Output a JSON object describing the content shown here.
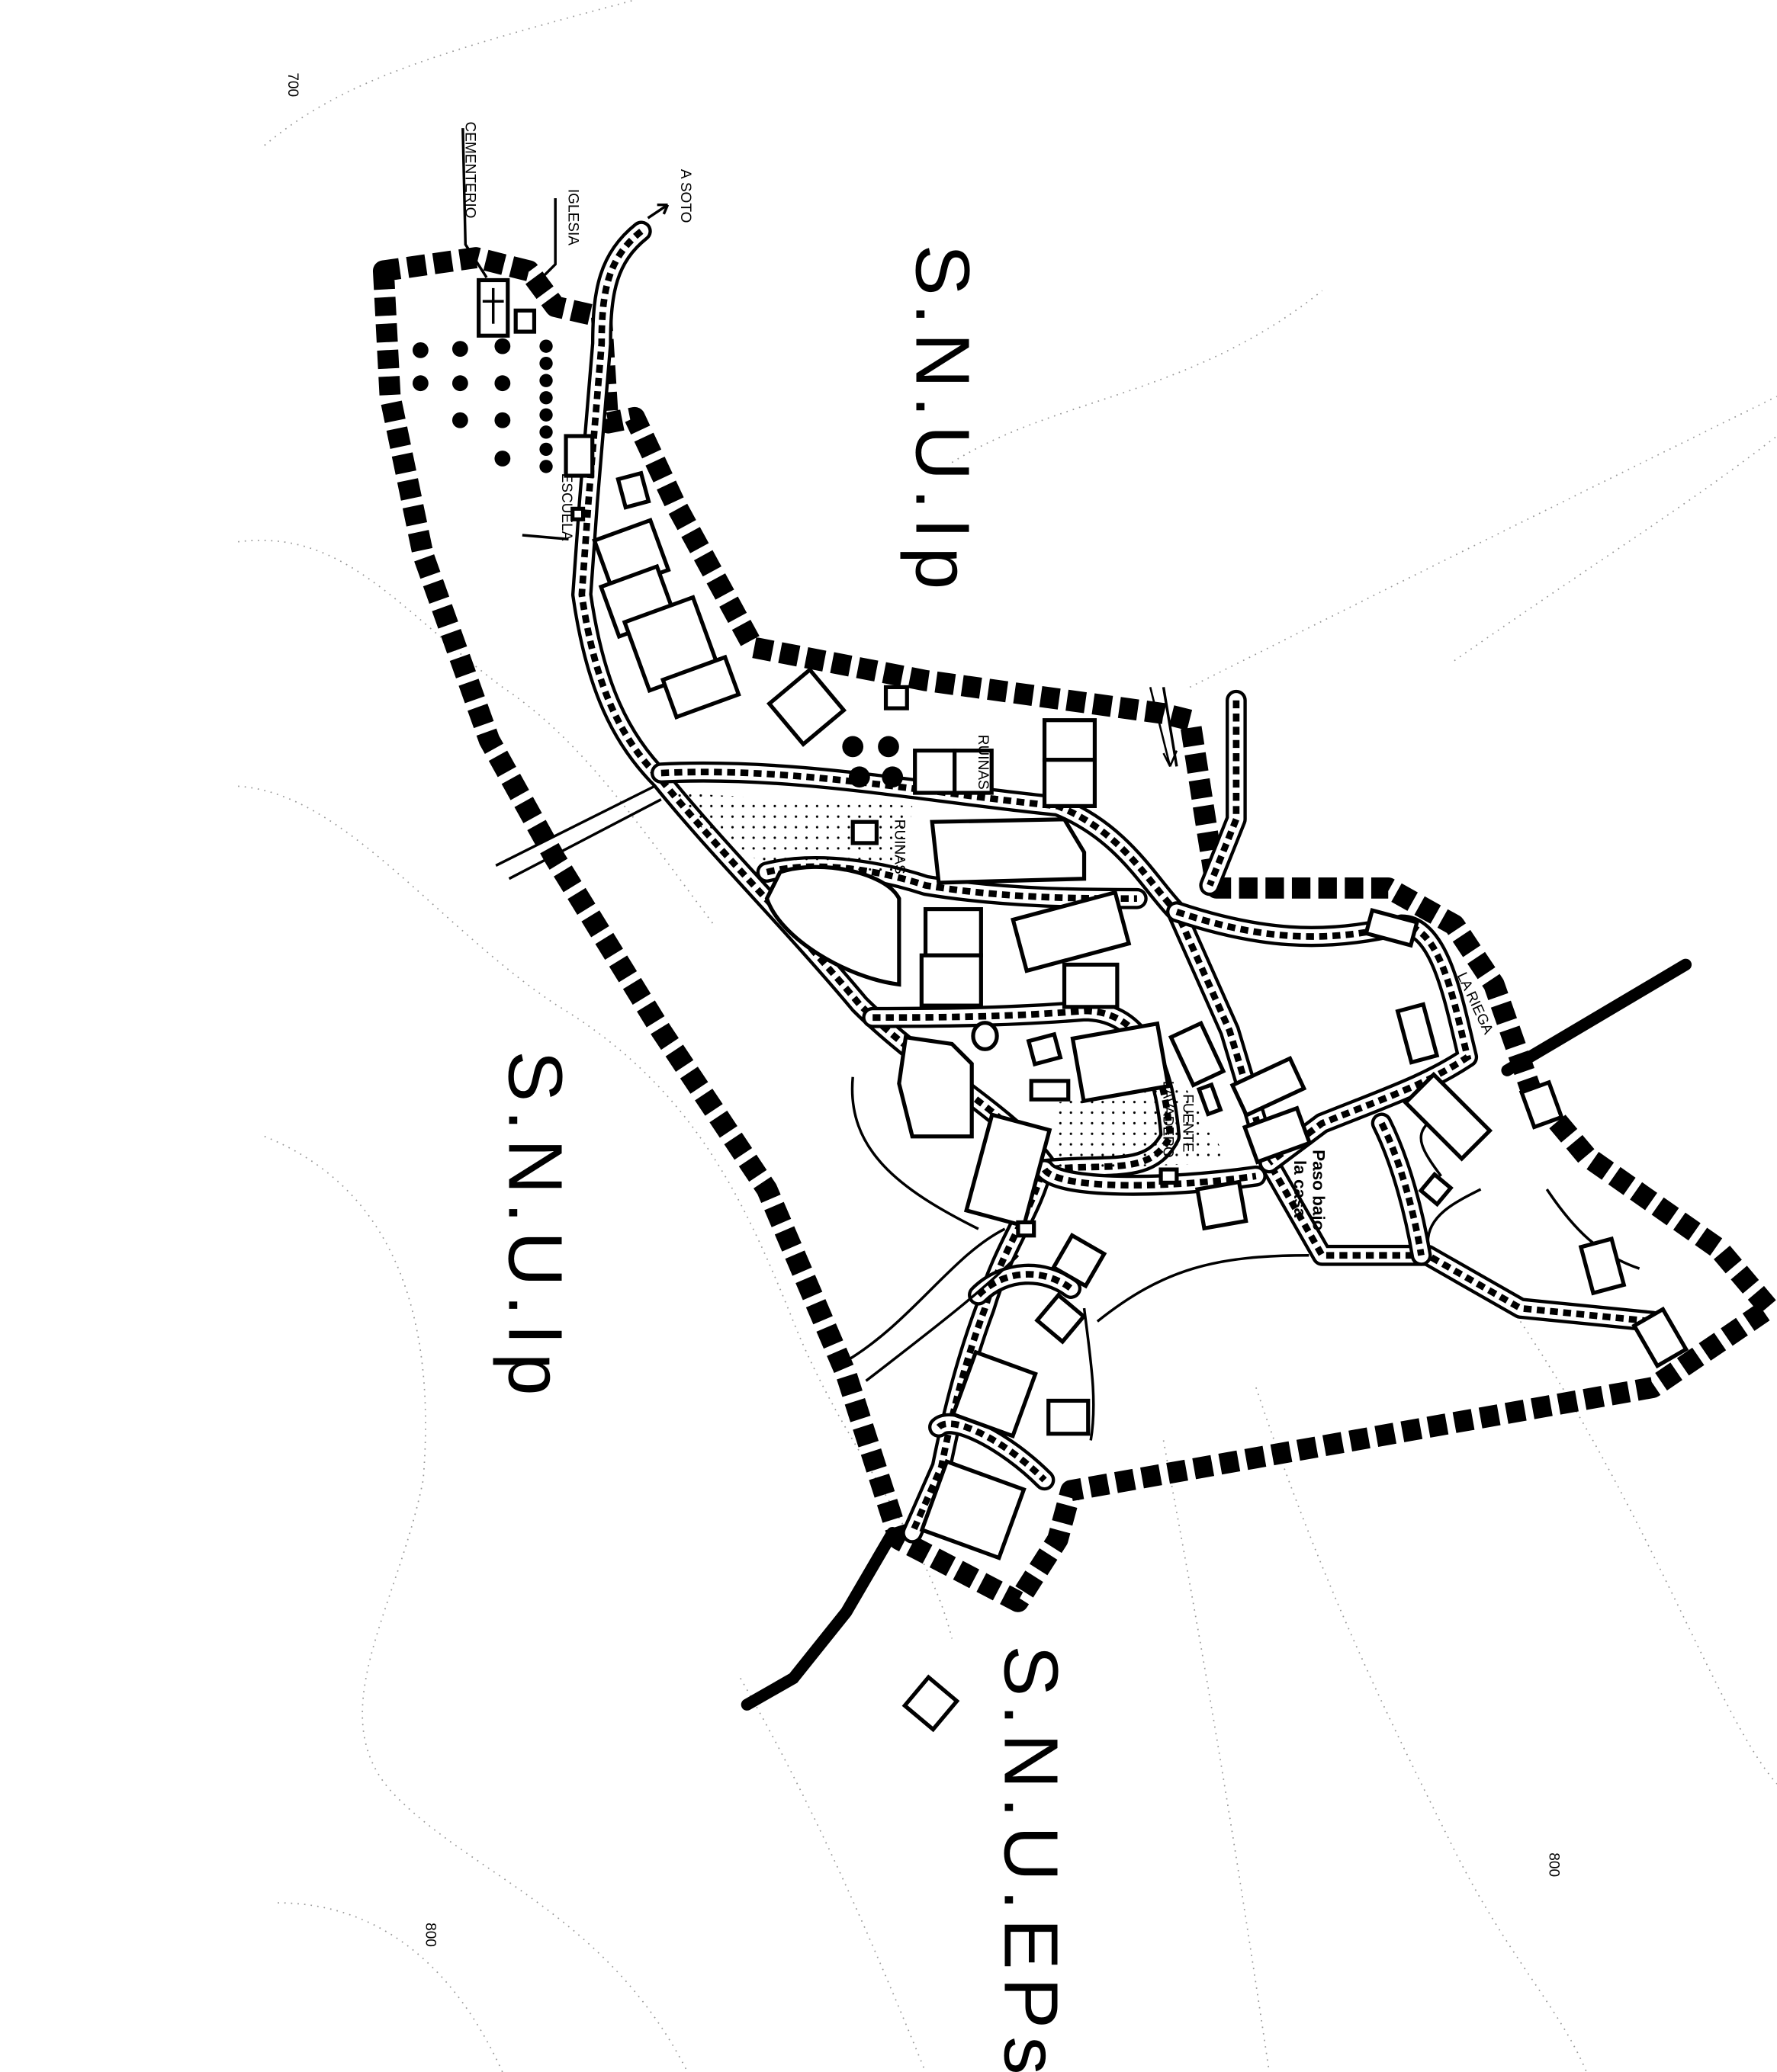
{
  "map": {
    "contour_labels": [
      "700",
      "800",
      "800"
    ],
    "zone_labels": [
      "S.N.U.Ip",
      "S.N.U.Ip",
      "S.N.U.EPsp"
    ],
    "places": {
      "cemetery": "CEMENTERIO",
      "church": "IGLESIA",
      "school": "ESCUELA",
      "to_soto": "A SOTO",
      "ruins_1": "RUINAS",
      "ruins_2": "RUINAS",
      "stream": "LA RIEGA",
      "fountain": "FUENTE",
      "washhouse": "LAVADERO",
      "passage_1": "Paso bajo",
      "passage_2": "la casa"
    }
  }
}
